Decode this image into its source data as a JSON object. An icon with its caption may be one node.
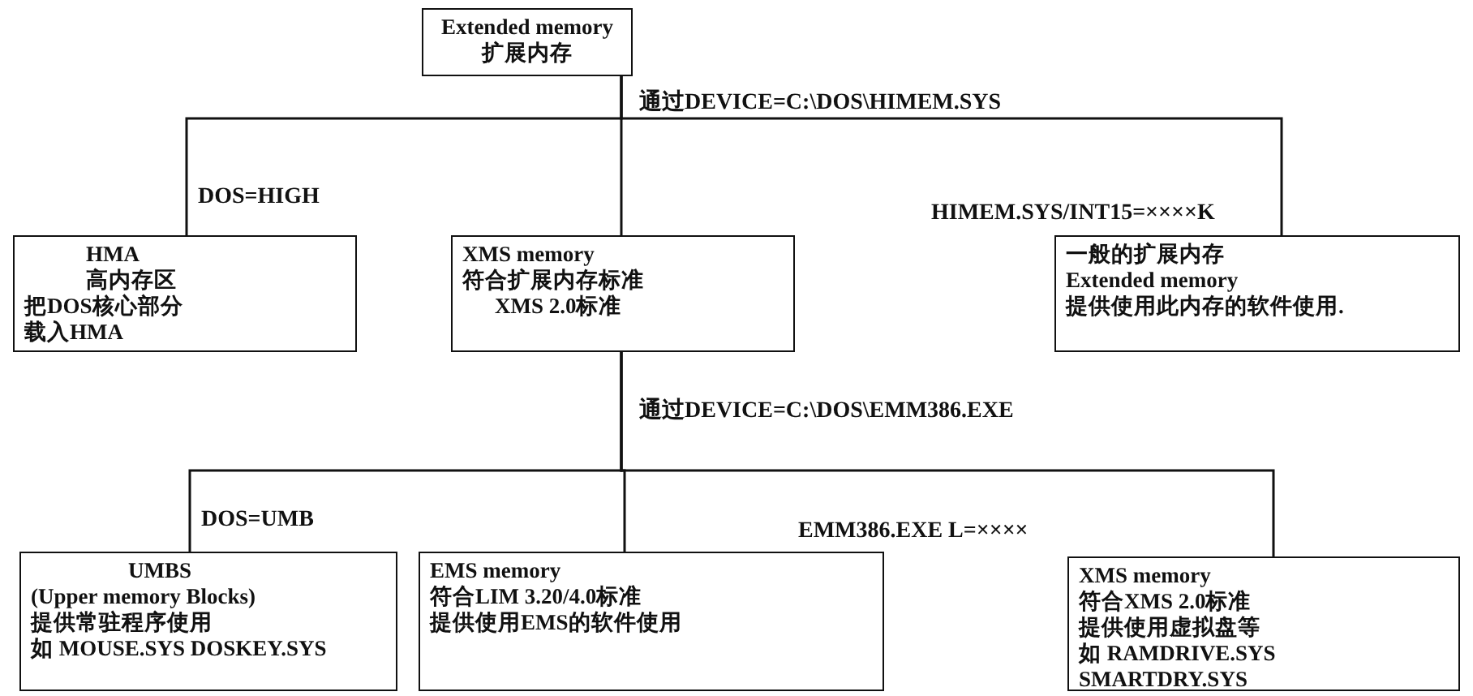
{
  "diagram": {
    "nodes": [
      {
        "text": [
          "Extended memory 扩展内存"
        ]
      },
      {
        "text": [
          "HMA",
          "高内存区",
          "把DOS核心部分",
          "载入HMA"
        ]
      },
      {
        "text": [
          "XMS memory",
          "符合扩展内存标准",
          "XMS 2.0标准"
        ]
      },
      {
        "text": [
          "一般的扩展内存",
          "Extended memory",
          "提供使用此内存的软件使用."
        ]
      },
      {
        "text": [
          "UMBS",
          "(Upper memory Blocks)",
          "提供常驻程序使用",
          "如 MOUSE.SYS DOSKEY.SYS"
        ]
      },
      {
        "text": [
          "EMS memory",
          "符合LIM 3.20/4.0标准",
          "提供使用EMS的软件使用"
        ]
      },
      {
        "text": [
          "XMS memory",
          "符合XMS 2.0标准",
          "提供使用虚拟盘等",
          "如 RAMDRIVE.SYS SMARTDRY.SYS"
        ]
      }
    ],
    "edges": [
      {
        "from": 0,
        "to": 1,
        "arrow": "none",
        "label": "DOS=HIGH"
      },
      {
        "from": 0,
        "to": 2,
        "arrow": "none",
        "label": "通过DEVICE=C:\\DOS\\HIMEM.SYS"
      },
      {
        "from": 0,
        "to": 3,
        "arrow": "none",
        "label": "HIMEM.SYS/INT15=××××K"
      },
      {
        "from": 2,
        "to": 4,
        "arrow": "none",
        "label": "DOS=UMB"
      },
      {
        "from": 2,
        "to": 5,
        "arrow": "none",
        "label": "通过DEVICE=C:\\DOS\\EMM386.EXE"
      },
      {
        "from": 2,
        "to": 6,
        "arrow": "none",
        "label": "EMM386.EXE L=××××"
      }
    ]
  }
}
